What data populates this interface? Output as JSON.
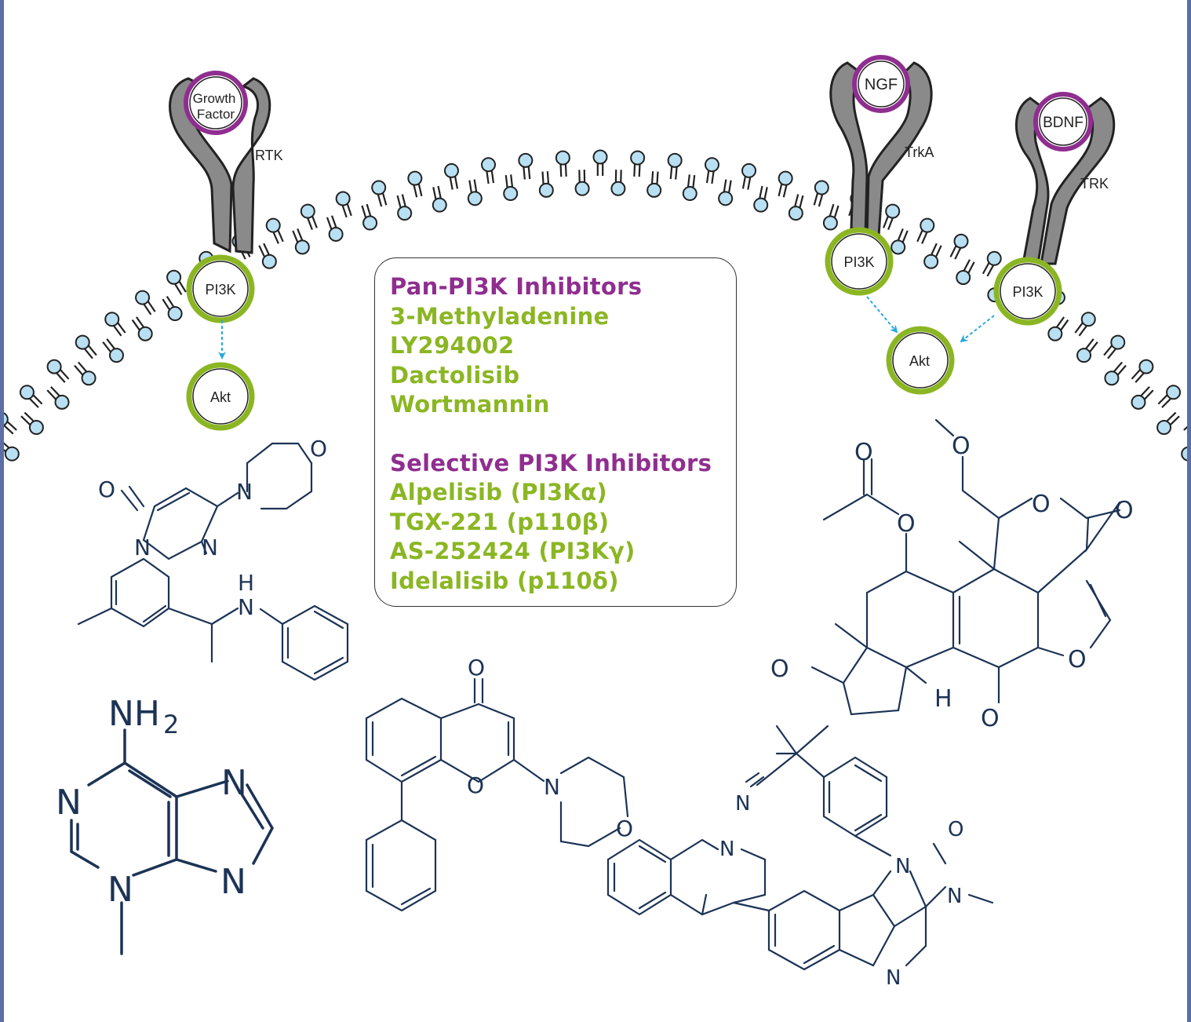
{
  "receptors": {
    "rtk": {
      "ligand_line1": "Growth",
      "ligand_line2": "Factor",
      "label": "RTK",
      "kinase": "PI3K",
      "effector": "Akt"
    },
    "trka": {
      "ligand": "NGF",
      "label": "TrkA",
      "kinase": "PI3K"
    },
    "trk": {
      "ligand": "BDNF",
      "label": "TRK",
      "kinase": "PI3K"
    },
    "shared_effector": "Akt"
  },
  "inhibitors": {
    "pan_heading": "Pan-PI3K Inhibitors",
    "pan": [
      "3-Methyladenine",
      "LY294002",
      "Dactolisib",
      "Wortmannin"
    ],
    "selective_heading": "Selective PI3K Inhibitors",
    "selective": [
      "Alpelisib (PI3Kα)",
      "TGX-221 (p110β)",
      "AS-252424 (PI3Kγ)",
      "Idelalisib (p110δ)"
    ]
  },
  "atom_labels": {
    "O": "O",
    "N": "N",
    "H": "H",
    "NH": "N",
    "NH_H": "H",
    "NH2": "NH",
    "NH2_sub": "2"
  },
  "colors": {
    "ligand_ring": "#8f2e8f",
    "kinase_ring": "#8bb623",
    "arrow": "#29a8e0",
    "membrane_head": "#b9dff2",
    "receptor": "#8a8a8a",
    "structure": "#1c3355",
    "frame": "#5b6fa6"
  }
}
